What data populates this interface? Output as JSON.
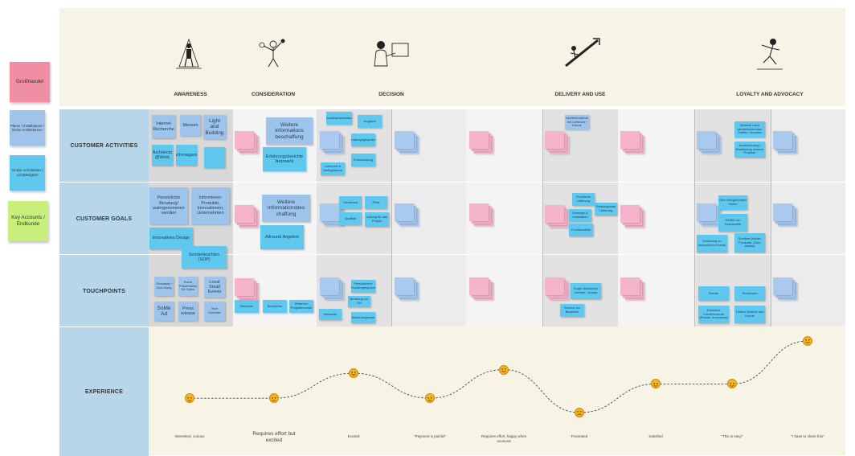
{
  "legend": [
    {
      "label": "Großhandel",
      "color": "#f08ea4"
    },
    {
      "label": "Planer / Installateure / kleine Architekturen",
      "color": "#9fc4ec"
    },
    {
      "label": "Große Architekten / Lichtdesigner",
      "color": "#5ec8ef"
    },
    {
      "label": "Key Accounts / Endkunde",
      "color": "#c8ef7c"
    }
  ],
  "stages": [
    "AWARENESS",
    "CONSIDERATION",
    "DECISION",
    "DELIVERY AND USE",
    "LOYALTY AND ADVOCACY"
  ],
  "rows": [
    "CUSTOMER ACTIVITIES",
    "CUSTOMER GOALS",
    "TOUCHPOINTS",
    "EXPERIENCE"
  ],
  "awareness_notes": {
    "activities": [
      "Internet Recherche",
      "Messen",
      "Light and Building",
      "Architects @Work",
      "Fachmagazine",
      ""
    ],
    "goals": [
      "Persönliche Beratung/ wahrgenommen werden",
      "Informieren: Produkte, Innovationen, Unternehmen",
      "Innovatives Design",
      "Sonderleuchten (SOP)"
    ],
    "touchpoints": [
      "Giveaway / Give-Away",
      "Event Präsentation für Sales",
      "Local Small Events",
      "SoMe Ad",
      "Press release",
      "Tech Summits"
    ]
  },
  "consideration_notes": {
    "activities": [
      "Weitere Informations beschaffung",
      "Erfahrungsberichte Netzwerk"
    ],
    "goals": [
      "Weitere Informationsbes chaffung",
      "Allround Angebot"
    ],
    "touchpoints": [
      "Webseite",
      "Broschüre",
      "Referenz Projektberichte"
    ]
  },
  "decision_notes": {
    "activities": [
      "Produktpräsentation",
      "Angebot",
      "Beratungsgespräche",
      "Entscheidung",
      "Lieferzeit & Verfügbarkeit"
    ],
    "goals": [
      "Sicherheit",
      "Preis",
      "Qualität",
      "Lösung für das Projekt"
    ],
    "touchpoints": [
      "Persönliches Kundengespräch",
      "Beratung vor Ort",
      "Webseite",
      "Musterangebote"
    ]
  },
  "delivery_notes": {
    "activities": [
      "Inbetriebnahme mit Lieferant / Kunde"
    ],
    "goals": [
      "Pünktliche Lieferung",
      "Reibungslose Lieferung",
      "Montage & Installation",
      "Funktionalität"
    ],
    "touchpoints": [
      "Enger Austausch Vertrieb - Kunde",
      "Service vor Baustelle"
    ]
  },
  "loyalty_notes": {
    "activities": [
      "Wunsch nach wiederkehrenden Treffen / Anrufen",
      "Auszeichnung / Erwähnung unserer Projekte"
    ],
    "goals": [
      "Sich wertgeschätzt fühlen",
      "Gefühl von Exklusivität",
      "Einladung zu besonderen Events",
      "Goodies (Kekse, Produkte, Give-aways)"
    ],
    "touchpoints": [
      "Events",
      "Showroom",
      "Exklusive Kundenevents (Reisen, Incentives)",
      "Treffen Vertrieb und Kunde"
    ]
  },
  "experience": [
    {
      "label": "Interested, curious",
      "emotion": "neutral",
      "level": 0.2
    },
    {
      "label": "Requires effort but excited",
      "emotion": "neutral",
      "level": 0.2
    },
    {
      "label": "Excited",
      "emotion": "happy",
      "level": 0.55
    },
    {
      "label": "\"Payment is painful\"",
      "emotion": "neutral",
      "level": 0.2
    },
    {
      "label": "Requires effort, happy when received",
      "emotion": "happy",
      "level": 0.6
    },
    {
      "label": "Frustrated",
      "emotion": "sad",
      "level": 0.0
    },
    {
      "label": "Satisfied",
      "emotion": "happy",
      "level": 0.4
    },
    {
      "label": "\"This is easy\"",
      "emotion": "happy",
      "level": 0.4
    },
    {
      "label": "\"I have to share this\"",
      "emotion": "happy",
      "level": 1.0
    }
  ]
}
